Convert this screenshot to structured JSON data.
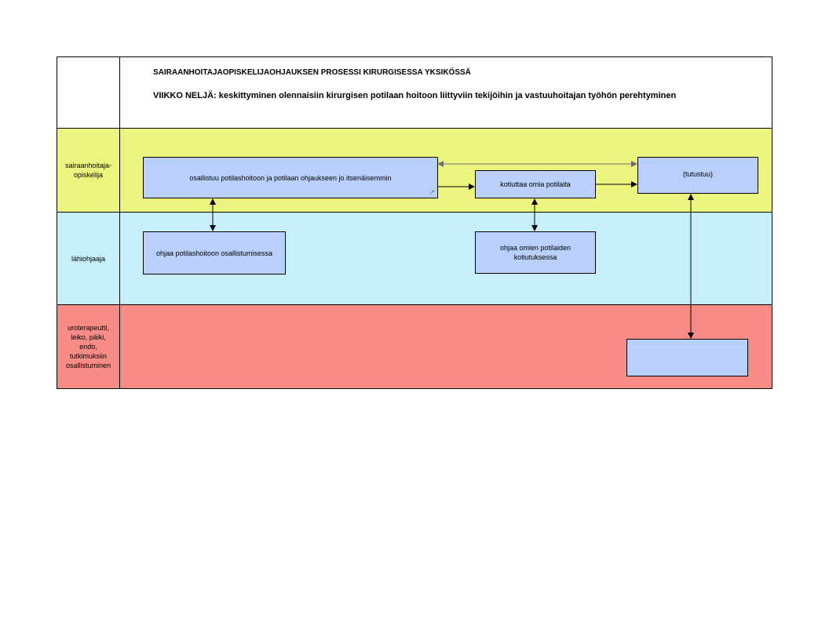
{
  "header": {
    "title": "SAIRAANHOITAJAOPISKELIJAOHJAUKSEN PROSESSI KIRURGISESSA YKSIKÖSSÄ",
    "subtitle": "VIIKKO NELJÄ: keskittyminen olennaisiin kirurgisen potilaan hoitoon liittyviin tekijöihin ja vastuuhoitajan työhön perehtyminen"
  },
  "lanes": [
    {
      "label": "sairaanhoitaja-\nopiskelija"
    },
    {
      "label": "lähiohjaaja"
    },
    {
      "label": "uroterapeutti,\nleiko, päiki,\nendo,\ntutkimuksiin\nosallistuminen"
    }
  ],
  "nodes": {
    "participates": "osallistuu potilashoitoon ja potilaan ohjaukseen jo itsenäisemmin",
    "discharges": "kotiuttaa omia potilaita",
    "familiarizes": "(tutustuu)",
    "guides_care": "ohjaa potilashoitoon osallistumisessa",
    "guides_discharge": "ohjaa omien potilaiden kotiutuksessa",
    "other_empty": ""
  },
  "colors": {
    "lane_student": "#ecf67f",
    "lane_mentor": "#c6eefb",
    "lane_other": "#f78c86",
    "node_fill": "#b9cffc"
  }
}
